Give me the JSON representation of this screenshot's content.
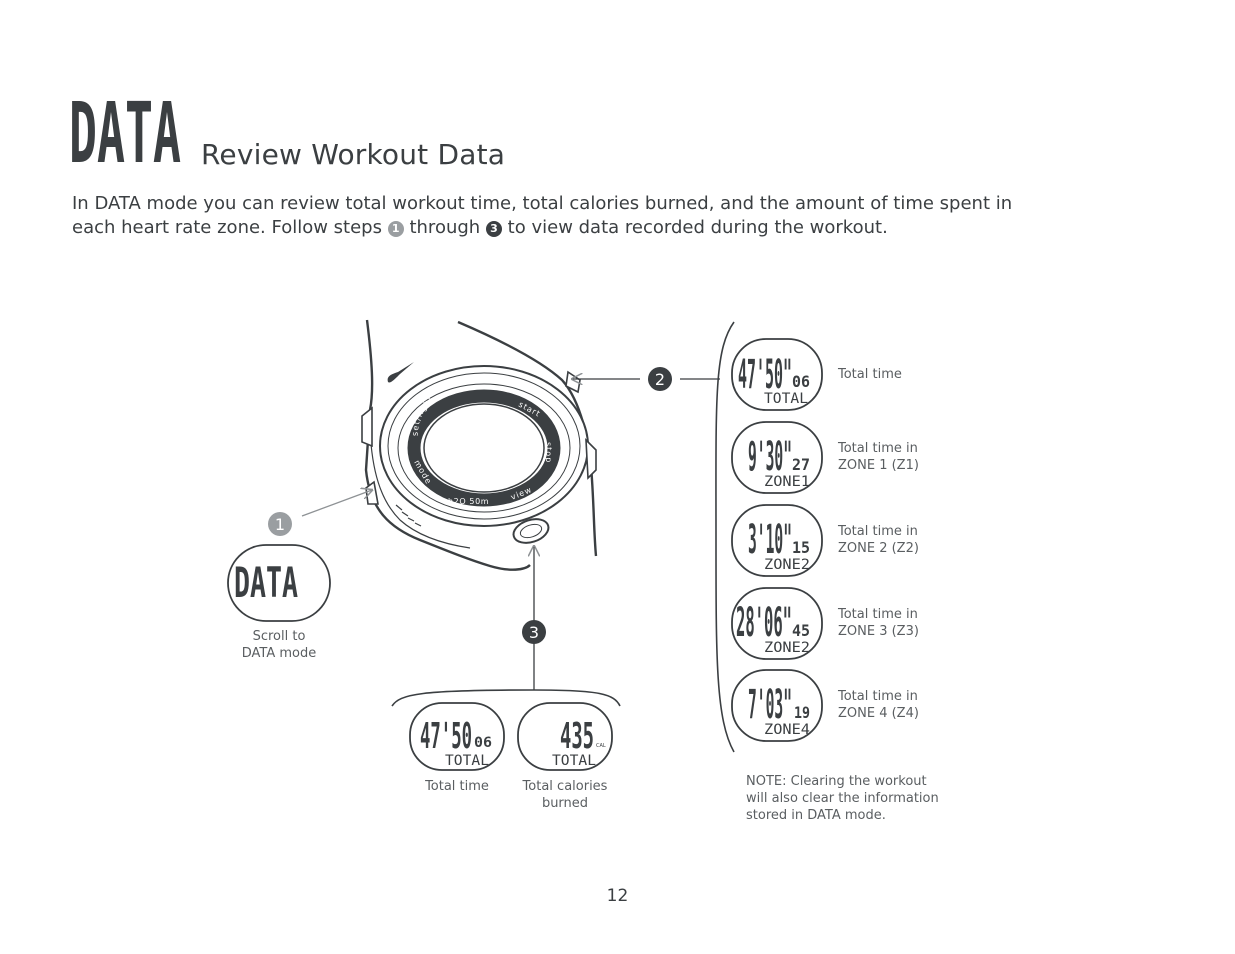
{
  "header": {
    "badge": "DATA",
    "title": "Review Workout Data"
  },
  "intro": {
    "part1": "In DATA mode you can review total workout time, total calories burned, and the amount of time spent in each heart rate zone. Follow steps",
    "step_a": "1",
    "part2": "through",
    "step_b": "3",
    "part3": "to view data recorded during the workout."
  },
  "watch": {
    "face_labels": {
      "set_light": "set/light",
      "start": "start",
      "stop": "stop",
      "mode": "mode",
      "water": "h2O 50m",
      "view": "view"
    }
  },
  "steps": {
    "one": "1",
    "two": "2",
    "three": "3"
  },
  "data_mode_screen": {
    "display": "DATA",
    "caption_line1": "Scroll to",
    "caption_line2": "DATA mode"
  },
  "bottom_screens": [
    {
      "main": "47'50",
      "small": "06",
      "sub": "TOTAL",
      "caption": "Total time"
    },
    {
      "main": "435",
      "unit": "CAL",
      "sub": "TOTAL",
      "caption_line1": "Total calories",
      "caption_line2": "burned"
    }
  ],
  "zone_screens": [
    {
      "main": "47'50\"",
      "small": "06",
      "sub": "TOTAL",
      "label_line1": "Total time",
      "label_line2": ""
    },
    {
      "main": "9'30\"",
      "small": "27",
      "sub": "ZONE1",
      "label_line1": "Total time in",
      "label_line2": "ZONE 1  (Z1)"
    },
    {
      "main": "3'10\"",
      "small": "15",
      "sub": "ZONE2",
      "label_line1": "Total time in",
      "label_line2": "ZONE 2  (Z2)"
    },
    {
      "main": "28'06\"",
      "small": "45",
      "sub": "ZONE2",
      "label_line1": "Total time in",
      "label_line2": "ZONE 3  (Z3)"
    },
    {
      "main": "7'03\"",
      "small": "19",
      "sub": "ZONE4",
      "label_line1": "Total time in",
      "label_line2": "ZONE 4  (Z4)"
    }
  ],
  "note": {
    "line1": "NOTE: Clearing the workout",
    "line2": "will also clear the information",
    "line3": "stored in DATA mode."
  },
  "page_number": "12",
  "colors": {
    "ink": "#3b3f42",
    "step_gray": "#9a9ea1",
    "arrow_gray": "#8e9295"
  }
}
